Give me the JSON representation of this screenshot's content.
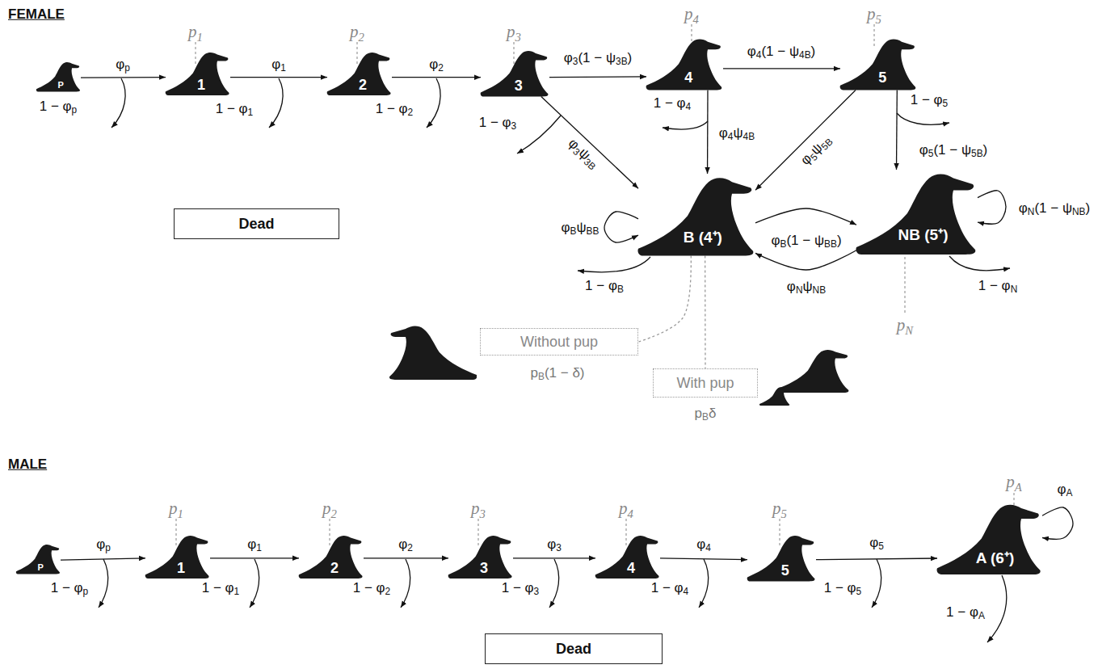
{
  "diagram": {
    "nodes": [
      {
        "text": [
          "P"
        ]
      },
      {
        "text": [
          "1"
        ]
      },
      {
        "text": [
          "2"
        ]
      },
      {
        "text": [
          "3"
        ]
      },
      {
        "text": [
          "4"
        ]
      },
      {
        "text": [
          "5"
        ]
      },
      {
        "text": [
          "B (4⁺)"
        ]
      },
      {
        "text": [
          "NB (5⁺)"
        ]
      },
      {
        "text": [
          "Dead"
        ]
      },
      {
        "text": [
          "Without pup"
        ]
      },
      {
        "text": [
          "With pup"
        ]
      },
      {
        "text": [
          "P"
        ]
      },
      {
        "text": [
          "1"
        ]
      },
      {
        "text": [
          "2"
        ]
      },
      {
        "text": [
          "3"
        ]
      },
      {
        "text": [
          "4"
        ]
      },
      {
        "text": [
          "5"
        ]
      },
      {
        "text": [
          "A (6⁺)"
        ]
      },
      {
        "text": [
          "Dead"
        ]
      }
    ],
    "edges": [
      {
        "from": 0,
        "to": 1,
        "arrow": "to",
        "label": "φp"
      },
      {
        "from": 1,
        "to": 2,
        "arrow": "to",
        "label": "φ1"
      },
      {
        "from": 2,
        "to": 3,
        "arrow": "to",
        "label": "φ2"
      },
      {
        "from": 3,
        "to": 4,
        "arrow": "to",
        "label": "φ3(1 − ψ3B)"
      },
      {
        "from": 4,
        "to": 5,
        "arrow": "to",
        "label": "φ4(1 − ψ4B)"
      },
      {
        "from": 3,
        "to": 6,
        "arrow": "to",
        "label": "φ3ψ3B"
      },
      {
        "from": 4,
        "to": 6,
        "arrow": "to",
        "label": "φ4ψ4B"
      },
      {
        "from": 5,
        "to": 6,
        "arrow": "to",
        "label": "φ5ψ5B"
      },
      {
        "from": 5,
        "to": 7,
        "arrow": "to",
        "label": "φ5(1 − ψ5B)"
      },
      {
        "from": 6,
        "to": 6,
        "arrow": "to",
        "label": "φBψBB"
      },
      {
        "from": 6,
        "to": 7,
        "arrow": "to",
        "label": "φB(1 − ψBB)"
      },
      {
        "from": 7,
        "to": 6,
        "arrow": "to",
        "label": "φNψNB"
      },
      {
        "from": 7,
        "to": 7,
        "arrow": "to",
        "label": "φN(1 − ψNB)"
      },
      {
        "from": 6,
        "to": 9,
        "arrow": "none"
      },
      {
        "from": 6,
        "to": 10,
        "arrow": "none"
      },
      {
        "from": 11,
        "to": 12,
        "arrow": "to",
        "label": "φp"
      },
      {
        "from": 12,
        "to": 13,
        "arrow": "to",
        "label": "φ1"
      },
      {
        "from": 13,
        "to": 14,
        "arrow": "to",
        "label": "φ2"
      },
      {
        "from": 14,
        "to": 15,
        "arrow": "to",
        "label": "φ3"
      },
      {
        "from": 15,
        "to": 16,
        "arrow": "to",
        "label": "φ4"
      },
      {
        "from": 16,
        "to": 17,
        "arrow": "to",
        "label": "φ5"
      },
      {
        "from": 17,
        "to": 17,
        "arrow": "to",
        "label": "φA"
      }
    ],
    "labels": [
      "FEMALE",
      "p1",
      "p2",
      "p3",
      "p4",
      "p5",
      "pN",
      "pB(1 − δ)",
      "pBδ",
      "1 − φp",
      "1 − φ1",
      "1 − φ2",
      "1 − φ3",
      "1 − φ4",
      "1 − φ5",
      "1 − φB",
      "1 − φN",
      "MALE",
      "p1",
      "p2",
      "p3",
      "p4",
      "p5",
      "pA",
      "1 − φp",
      "1 − φ1",
      "1 − φ2",
      "1 − φ3",
      "1 − φ4",
      "1 − φ5",
      "1 − φA"
    ]
  }
}
